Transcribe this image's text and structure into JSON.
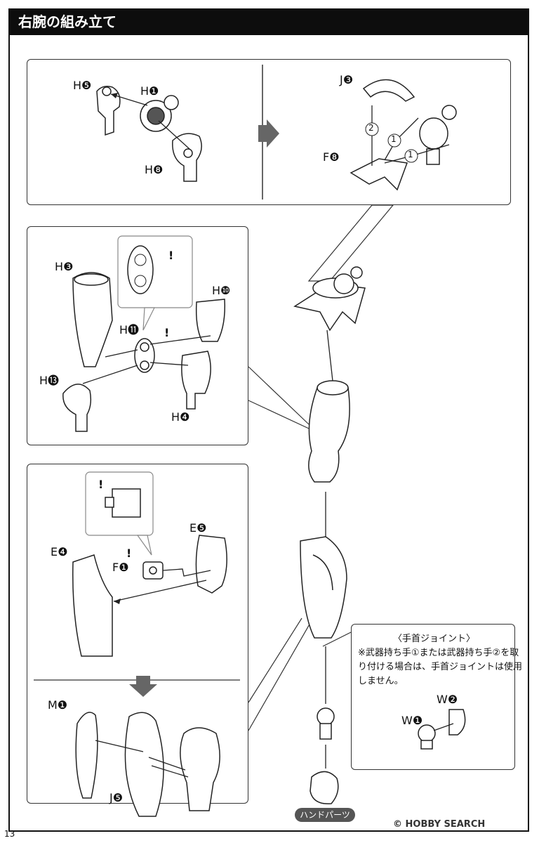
{
  "header": {
    "title": "右腕の組み立て"
  },
  "page_number": "13",
  "watermark": "© HOBBY SEARCH",
  "hand_parts_label": "ハンドパーツ",
  "wrist_note": {
    "title": "〈手首ジョイント〉",
    "body": "※武器持ち手①または武器持ち手②を取り付ける場合は、手首ジョイントは使用しません。"
  },
  "part_labels": {
    "h5": "H❺",
    "h1": "H❶",
    "h8": "H❽",
    "j3": "J❸",
    "f8": "F❽",
    "h3": "H❸",
    "h10": "H❿",
    "h11": "H⓫",
    "h13": "H⓭",
    "h4": "H❹",
    "e5": "E❺",
    "e4": "E❹",
    "f1": "F❶",
    "m1": "M❶",
    "j5": "J❺",
    "w2": "W❷",
    "w1": "W❶"
  },
  "step_numbers": {
    "s1": "1",
    "s2": "2"
  },
  "caution": "!"
}
